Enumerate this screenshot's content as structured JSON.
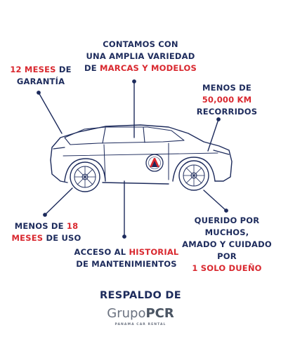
{
  "callouts": {
    "top": {
      "line1": "CONTAMOS CON",
      "line2": "UNA AMPLIA VARIEDAD",
      "line3_pre": "DE ",
      "line3_red": "MARCAS Y MODELOS"
    },
    "left_top": {
      "line1_red": "12 MESES",
      "line1_post": " DE",
      "line2": "GARANTÍA"
    },
    "right_top": {
      "line1": "MENOS DE",
      "line2_red": "50,000 KM",
      "line3": "RECORRIDOS"
    },
    "left_bottom": {
      "line1_pre": "MENOS DE ",
      "line1_red": "18",
      "line2_red": "MESES",
      "line2_post": " DE USO"
    },
    "right_bottom": {
      "line1": "QUERIDO POR MUCHOS,",
      "line2": "AMADO Y CUIDADO POR",
      "line3_red": "1 SOLO DUEÑO"
    },
    "bottom_center": {
      "line1_pre": "ACCESO AL ",
      "line1_red": "HISTORIAL",
      "line2": "DE MANTENIMIENTOS"
    }
  },
  "footer": {
    "respaldo": "RESPALDO DE",
    "brand_light": "Grupo",
    "brand_bold": "PCR",
    "tagline": "PANAMA CAR RENTAL"
  },
  "colors": {
    "navy": "#1d2b5c",
    "red": "#d9282f",
    "gray": "#6b7280"
  },
  "icons": {
    "car": "suv-outline-illustration",
    "door_logo": "pcr-door-emblem"
  }
}
